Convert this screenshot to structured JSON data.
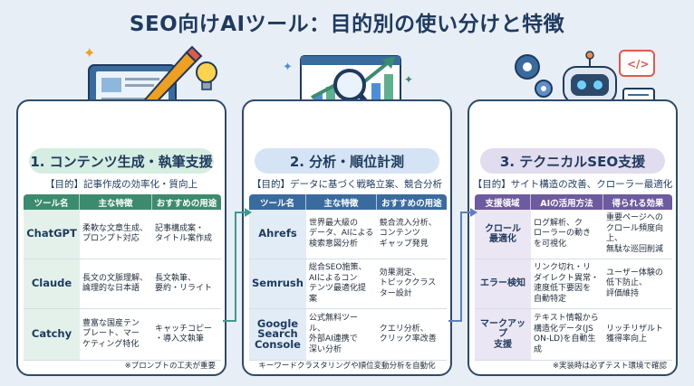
{
  "title": "SEO向けAIツール：目的別の使い分けと特徴",
  "colors": {
    "green": "#3d8b6e",
    "blue": "#3a6b9e",
    "purple": "#6e5a9e",
    "navy": "#1e3a5f"
  },
  "sections": [
    {
      "heading": "1. コンテンツ生成・執筆支援",
      "purpose": "【目的】記事作成の効率化・質向上",
      "headers": [
        "ツール名",
        "主な特徴",
        "おすすめの用途"
      ],
      "rows": [
        [
          "ChatGPT",
          "柔軟な文章生成、\nプロンプト対応",
          "記事構成案・\nタイトル案作成"
        ],
        [
          "Claude",
          "長文の文脈理解、\n論理的な日本語",
          "長文執筆、\n要約・リライト"
        ],
        [
          "Catchy",
          "豊富な国産テン\nプレート、マー\nケティング特化",
          "キャッチコピー\n・導入文執筆"
        ]
      ],
      "note": "※プロンプトの工夫が重要"
    },
    {
      "heading": "2. 分析・順位計測",
      "purpose": "【目的】データに基づく戦略立案、競合分析",
      "headers": [
        "ツール名",
        "主な特徴",
        "おすすめの用途"
      ],
      "rows": [
        [
          "Ahrefs",
          "世界最大級の\nデータ、AIによる\n検索意図分析",
          "競合流入分析、\nコンテンツ\nギャップ発見"
        ],
        [
          "Semrush",
          "総合SEO施策、\nAIによるコン\nテンツ最適化提案",
          "効果測定、\nトピッククラス\nター設計"
        ],
        [
          "Google\nSearch\nConsole",
          "公式無料ツール、\n外部AI連携で\n深い分析",
          "クエリ分析、\nクリック率改善"
        ]
      ],
      "note": "キーワードクラスタリングや順位変動分析を自動化"
    },
    {
      "heading": "3. テクニカルSEO支援",
      "purpose": "【目的】サイト構造の改善、クローラー最適化",
      "headers": [
        "支援領域",
        "AIの活用方法",
        "得られる効果"
      ],
      "rows": [
        [
          "クロール\n最適化",
          "ログ解析、ク\nローラーの動き\nを可視化",
          "重要ページへの\nクロール頻度向上、\n無駄な巡回削減"
        ],
        [
          "エラー検知",
          "リンク切れ・リ\nダイレクト異常・\n速度低下要因を\n自動特定",
          "ユーザー体験の\n低下防止、\n評価維持"
        ],
        [
          "マークアップ\n支援",
          "テキスト情報から\n構造化データ(JS\nON-LD)を自動生成",
          "リッチリザルト\n獲得率向上"
        ]
      ],
      "note": "※実装時は必ずテスト環境で確認"
    }
  ]
}
